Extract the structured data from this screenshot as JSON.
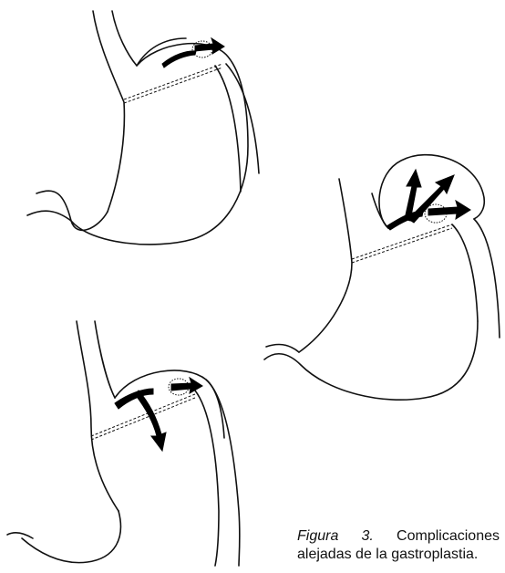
{
  "caption": {
    "label": "Figura 3.",
    "text": " Complicaciones alejadas de la gastroplastia."
  },
  "colors": {
    "ink": "#000000",
    "background": "#ffffff"
  },
  "panels": [
    {
      "id": "top-left",
      "complication": "stomal-passage"
    },
    {
      "id": "right",
      "complication": "pouch-dilation"
    },
    {
      "id": "bottom-left",
      "complication": "staple-line-disruption"
    }
  ]
}
